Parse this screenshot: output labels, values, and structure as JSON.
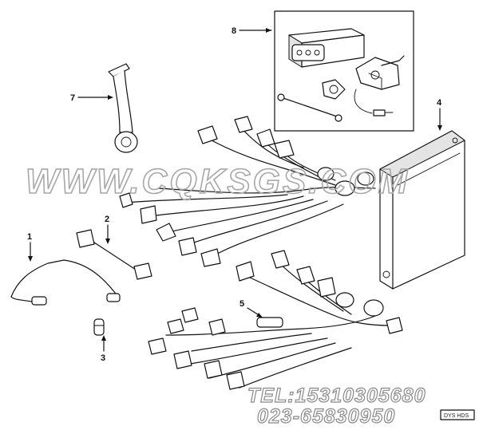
{
  "callouts": [
    "1",
    "2",
    "3",
    "4",
    "5",
    "7",
    "8"
  ],
  "watermark": {
    "url": "WWW.CQKSGS.COM",
    "tel": "TEL:15310305680",
    "phone": "023-65830950"
  },
  "figure_code": "DYS HDS"
}
